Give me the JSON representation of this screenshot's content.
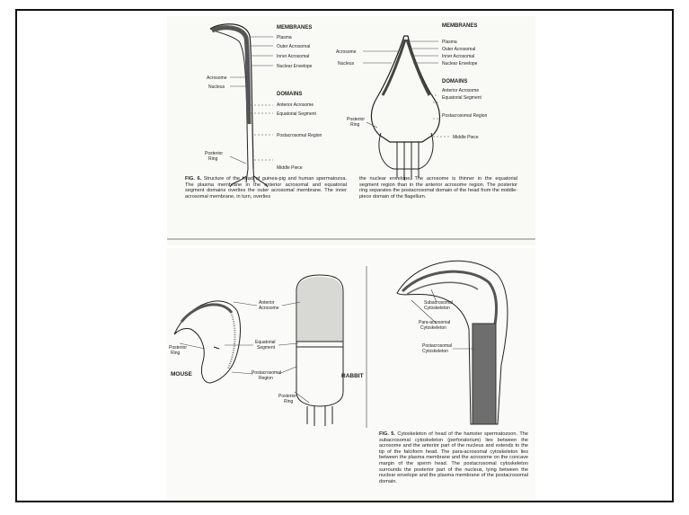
{
  "fig6": {
    "left": {
      "membranes_title": "MEMBRANES",
      "membranes": [
        "Plasma",
        "Outer Acrosomal",
        "Inner Acrosomal",
        "Nuclear Envelope"
      ],
      "acrosome": "Acrosome",
      "nucleus": "Nucleus",
      "domains_title": "DOMAINS",
      "domains": [
        "Anterior Acrosome",
        "Equatorial Segment",
        "Postacrosomal Region"
      ],
      "posterior_ring": [
        "Posterior",
        "Ring"
      ],
      "middle_piece": "Middle Piece"
    },
    "right": {
      "membranes_title": "MEMBRANES",
      "membranes": [
        "Plasma",
        "Outer Acrosomal",
        "Inner Acrosomal",
        "Nuclear Envelope"
      ],
      "acrosome": "Acrosome",
      "nucleus": "Nucleus",
      "domains_title": "DOMAINS",
      "domains": [
        "Anterior Acrosome",
        "Equatorial Segment",
        "Postacrosomal Region"
      ],
      "posterior_ring": [
        "Posterior",
        "Ring"
      ],
      "middle_piece": "Middle Piece"
    },
    "caption_label": "FIG. 6.",
    "caption_col1": "Structure of the head of guinea-pig and human spermatozoa. The plasma membrane in the anterior acrosomal and equatorial segment domains overlies the outer acrosomal membrane. The inner acrosomal membrane, in turn, overlies",
    "caption_col2": "the nuclear envelope. The acrosome is thinner in the equatorial segment region than in the anterior acrosome region. The posterior ring separates the postacrosomal domain of the head from the middle-piece domain of the flagellum."
  },
  "fig_mouse_rabbit": {
    "anterior_acrosome": [
      "Anterior",
      "Acrosome"
    ],
    "posterior_ring_left": [
      "Posterior",
      "Ring"
    ],
    "equatorial_segment": [
      "Equatorial",
      "Segment"
    ],
    "mouse": "MOUSE",
    "postacrosomal_region": [
      "Postacrosomal",
      "Region"
    ],
    "rabbit": "RABBIT",
    "posterior_ring_right": [
      "Posterior",
      "Ring"
    ]
  },
  "fig5": {
    "subacrosomal": [
      "Subacrosomal",
      "Cytoskeleton"
    ],
    "paraacrosomal": [
      "Para-acrosomal",
      "Cytoskeleton"
    ],
    "postacrosomal": [
      "Postacrosomal",
      "Cytoskeleton"
    ],
    "caption_label": "FIG. 5.",
    "caption_text": "Cytoskeleton of head of the hamster spermatozoon. The subacrosomal cytoskeleton (perforatorium) lies between the acrosome and the anterior part of the nucleus and extends to the tip of the falciform head. The para-acrosomal cytoskeleton lies between the plasma membrane and the acrosome on the concave margin of the sperm head. The postacrosomal cytoskeleton surrounds the posterior part of the nucleus, lying between the nuclear envelope and the plasma membrane of the postacrosomal domain."
  }
}
